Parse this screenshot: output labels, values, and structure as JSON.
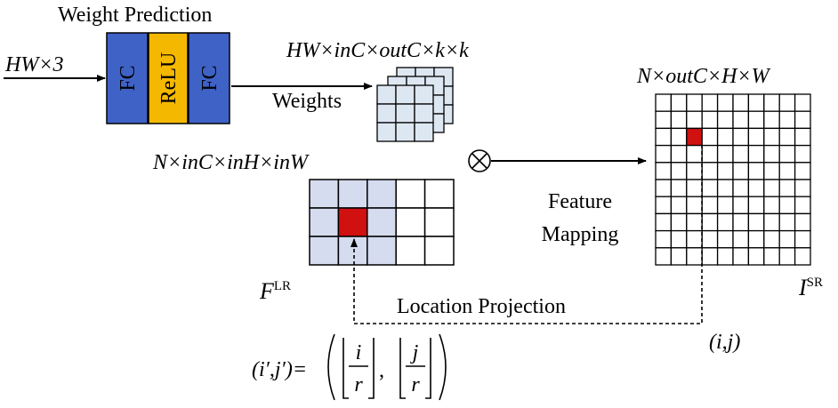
{
  "title": "Weight Prediction",
  "input_label": "HW×3",
  "blocks": [
    {
      "label": "FC",
      "color": "#3f62c6"
    },
    {
      "label": "ReLU",
      "color": "#f5b800"
    },
    {
      "label": "FC",
      "color": "#3f62c6"
    }
  ],
  "weights_shape": "HW×inC×outC×k×k",
  "weights_label": "Weights",
  "lr_shape": "N×inC×inH×inW",
  "lr_label_main": "F",
  "lr_label_sup": "LR",
  "sr_shape": "N×outC×H×W",
  "sr_label_main": "I",
  "sr_label_sup": "SR",
  "operator_symbol": "⊗",
  "feature_mapping": [
    "Feature",
    "Mapping"
  ],
  "location_projection": "Location Projection",
  "sr_coord": "(i,j)",
  "formula": {
    "lhs": "(i′,j′)=",
    "num1": "i",
    "den1": "r",
    "num2": "j",
    "den2": "r"
  },
  "colors": {
    "highlight": "#d11010",
    "weight_cube": "#dde7f2",
    "lr_receptive": "#d6dcef",
    "fc": "#3f62c6",
    "relu": "#f5b800"
  }
}
